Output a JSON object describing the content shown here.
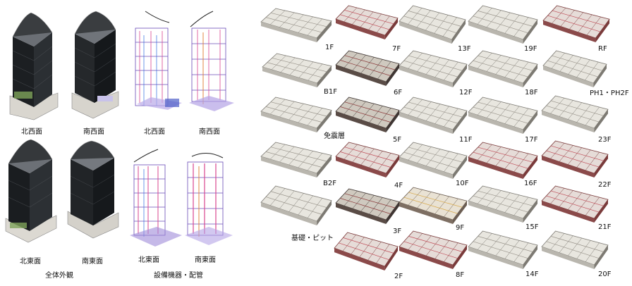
{
  "left_panel": {
    "exterior": {
      "views": [
        "北西面",
        "南西面",
        "北東面",
        "南東面"
      ],
      "caption": "全体外観"
    },
    "equipment": {
      "views": [
        "北西面",
        "南西面",
        "北東面",
        "南東面"
      ],
      "caption": "設備機器・配管"
    }
  },
  "floor_plans": {
    "col1": [
      "1F",
      "B1F",
      "免震層",
      "B2F",
      "基礎・ピット"
    ],
    "col2": [
      "7F",
      "6F",
      "5F",
      "4F",
      "3F",
      "2F"
    ],
    "col3": [
      "13F",
      "12F",
      "11F",
      "10F",
      "9F",
      "8F"
    ],
    "col4": [
      "19F",
      "18F",
      "17F",
      "16F",
      "15F",
      "14F"
    ],
    "col5": [
      "RF",
      "PH1・PH2F",
      "23F",
      "22F",
      "21F",
      "20F"
    ]
  }
}
